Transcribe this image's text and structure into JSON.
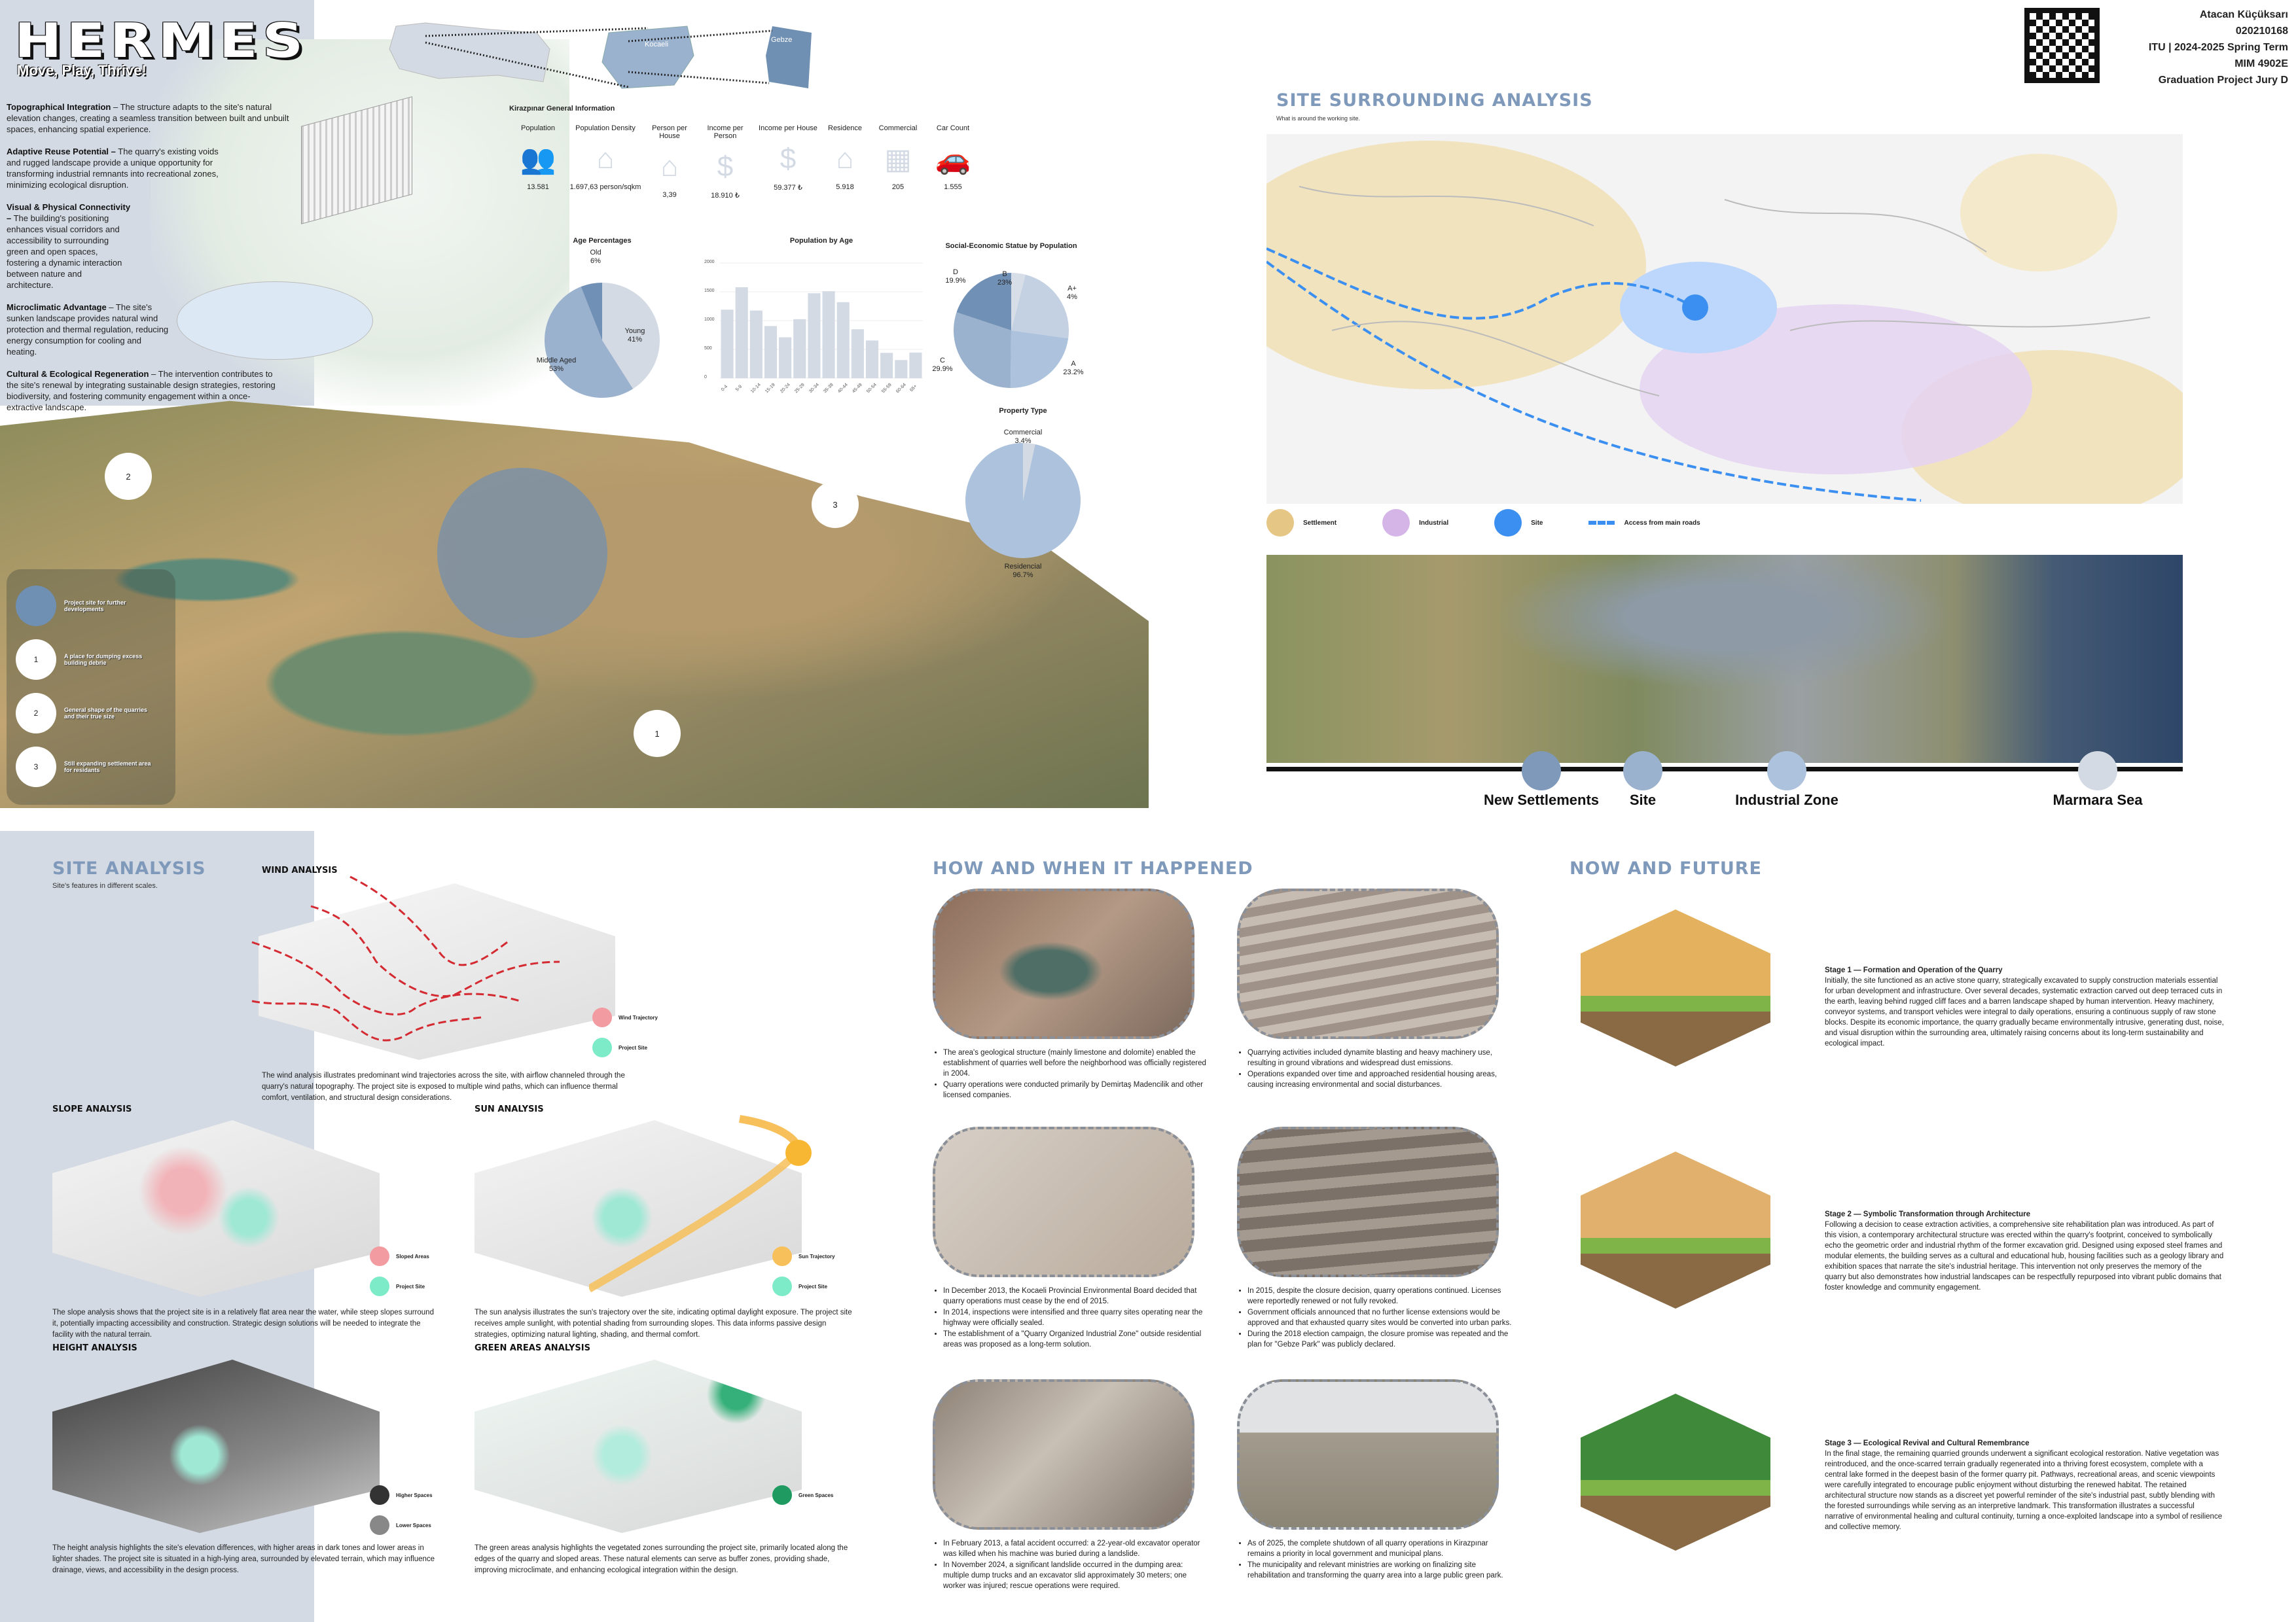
{
  "header": {
    "title": "HERMES",
    "tagline": "Move, Play, Thrive!",
    "map_labels": [
      "Kocaeli",
      "Gebze"
    ]
  },
  "author": {
    "name": "Atacan Küçüksarı",
    "id": "020210168",
    "term": "ITU | 2024-2025 Spring Term",
    "course": "MIM 4902E",
    "jury": "Graduation Project Jury D"
  },
  "intro": [
    {
      "title": "Topographical Integration",
      "text": " – The structure adapts to the site's natural elevation changes, creating a seamless transition between built and unbuilt spaces, enhancing spatial experience."
    },
    {
      "title": "Adaptive Reuse Potential –",
      "text": " The quarry's existing voids and rugged landscape provide a unique opportunity for transforming industrial remnants into recreational zones, minimizing ecological disruption."
    },
    {
      "title": "Visual & Physical Connectivity –",
      "text": " The building's positioning enhances visual corridors and accessibility to surrounding green and open spaces, fostering a dynamic interaction between nature and architecture."
    },
    {
      "title": "Microclimatic Advantage",
      "text": " – The site's sunken landscape provides natural wind protection and thermal regulation, reducing energy consumption for cooling and heating."
    },
    {
      "title": "Cultural & Ecological Regeneration",
      "text": " – The intervention contributes to the site's renewal by integrating sustainable design strategies, restoring biodiversity, and fostering community engagement within a once-extractive landscape."
    }
  ],
  "general_info": {
    "title": "Kirazpınar General Information",
    "stats": [
      {
        "label": "Population",
        "value": "13.581",
        "icon": "people-icon"
      },
      {
        "label": "Population Density",
        "value": "1.697,63 person/sqkm",
        "icon": "house-outline-icon"
      },
      {
        "label": "Person per House",
        "value": "3,39",
        "icon": "family-house-icon"
      },
      {
        "label": "Income per Person",
        "value": "18.910 ₺",
        "icon": "money-icon"
      },
      {
        "label": "Income per House",
        "value": "59.377 ₺",
        "icon": "money-icon"
      },
      {
        "label": "Residence",
        "value": "5.918",
        "icon": "home-icon"
      },
      {
        "label": "Commercial",
        "value": "205",
        "icon": "building-icon"
      },
      {
        "label": "Car Count",
        "value": "1.555",
        "icon": "car-icon"
      }
    ]
  },
  "chart_data": [
    {
      "type": "pie",
      "title": "Age Percentages",
      "labels": [
        "Young",
        "Middle Aged",
        "Old"
      ],
      "values": [
        41,
        53,
        6
      ],
      "label_text": [
        "Young\n41%",
        "Middle Aged\n53%",
        "Old\n6%"
      ],
      "colors": [
        "#d3dae4",
        "#9bb2cf",
        "#7190b5"
      ]
    },
    {
      "type": "bar",
      "title": "Population by Age",
      "categories": [
        "0-4",
        "5-9",
        "10-14",
        "15-19",
        "20-24",
        "25-29",
        "30-34",
        "35-39",
        "40-44",
        "45-49",
        "50-54",
        "55-59",
        "60-64",
        "65+"
      ],
      "values": [
        1190,
        1580,
        1175,
        905,
        710,
        1025,
        1475,
        1510,
        1320,
        850,
        655,
        440,
        315,
        445
      ],
      "ylim": [
        0,
        2000
      ],
      "yticks": [
        "0",
        "500",
        "1000",
        "1500",
        "2000"
      ],
      "color": "#d3dae4",
      "grid": true
    },
    {
      "type": "pie",
      "title": "Social-Economic Statue by Population",
      "labels": [
        "A+",
        "A",
        "B",
        "C",
        "D"
      ],
      "values": [
        4,
        23.2,
        23,
        29.9,
        19.9
      ],
      "label_text": [
        "A+\n4%",
        "A\n23.2%",
        "B\n23%",
        "C\n29.9%",
        "D\n19.9%"
      ],
      "colors": [
        "#d8dee7",
        "#c4d1e2",
        "#adc2dc",
        "#9bb2cf",
        "#7190b5"
      ]
    },
    {
      "type": "pie",
      "title": "Property Type",
      "labels": [
        "Commercial",
        "Residencial"
      ],
      "values": [
        3.4,
        96.7
      ],
      "label_text": [
        "Commercial\n3.4%",
        "Residencial\n96.7%"
      ],
      "colors": [
        "#d3dae4",
        "#adc2dc"
      ]
    }
  ],
  "aerial": {
    "markers": [
      "1",
      "2",
      "3"
    ],
    "legend": [
      {
        "marker": "",
        "text": "Project site for further developments"
      },
      {
        "marker": "1",
        "text": "A place for dumping excess building debrie"
      },
      {
        "marker": "2",
        "text": "General shape of the quarries and their true size"
      },
      {
        "marker": "3",
        "text": "Still expanding settlement area for residants"
      }
    ]
  },
  "surrounding": {
    "title": "SITE SURROUNDING ANALYSIS",
    "subtitle": "What is around the working site.",
    "legend": [
      {
        "label": "Settlement",
        "color": "#e6c684"
      },
      {
        "label": "Industrial",
        "color": "#d5b5e8"
      },
      {
        "label": "Site",
        "color": "#3b8ff0"
      },
      {
        "label": "Access from main roads",
        "color": "#3b8ff0"
      }
    ],
    "timeline": [
      "New Settlements",
      "Site",
      "Industrial Zone",
      "Marmara Sea"
    ]
  },
  "site_analysis": {
    "title": "SITE ANALYSIS",
    "subtitle": "Site's features in different scales.",
    "wind": {
      "title": "WIND ANALYSIS",
      "legend": [
        "Wind Trajectory",
        "Project Site"
      ],
      "text": "The wind analysis illustrates predominant wind trajectories across the site, with airflow channeled through the quarry's natural topography. The project site is exposed to multiple wind paths, which can influence thermal comfort, ventilation, and structural design considerations."
    },
    "slope": {
      "title": "SLOPE ANALYSIS",
      "legend": [
        "Sloped Areas",
        "Project Site"
      ],
      "text": "The slope analysis shows that the project site is in a relatively flat area near the water, while steep slopes surround it, potentially impacting accessibility and construction. Strategic design solutions will be needed to integrate the facility with the natural terrain."
    },
    "sun": {
      "title": "SUN ANALYSIS",
      "legend": [
        "Sun Trajectory",
        "Project Site"
      ],
      "text": "The sun analysis illustrates the sun's trajectory over the site, indicating optimal daylight exposure. The project site receives ample sunlight, with potential shading from surrounding slopes. This data informs passive design strategies, optimizing natural lighting, shading, and thermal comfort."
    },
    "height": {
      "title": "HEIGHT ANALYSIS",
      "legend": [
        "Higher Spaces",
        "Lower Spaces"
      ],
      "text": "The height analysis highlights the site's elevation differences, with higher areas in dark tones and lower areas in lighter shades. The project site is situated in a high-lying area, surrounded by elevated terrain, which may influence drainage, views, and accessibility in the design process."
    },
    "green": {
      "title": "GREEN AREAS ANALYSIS",
      "legend": [
        "Green Spaces"
      ],
      "text": "The green areas analysis highlights the vegetated zones surrounding the project site, primarily located along the edges of the quarry and sloped areas. These natural elements can serve as buffer zones, providing shade, improving microclimate, and enhancing ecological integration within the design."
    }
  },
  "history": {
    "title": "HOW AND WHEN IT HAPPENED",
    "items": [
      [
        "The area's geological structure (mainly limestone and dolomite) enabled the establishment of quarries well before the neighborhood was officially registered in 2004.",
        "Quarry operations were conducted primarily by Demirtaş Madencilik and other licensed companies."
      ],
      [
        "Quarrying activities included dynamite blasting and heavy machinery use, resulting in ground vibrations and widespread dust emissions.",
        "Operations expanded over time and approached residential housing areas, causing increasing environmental and social disturbances."
      ],
      [
        "In December 2013, the Kocaeli Provincial Environmental Board decided that quarry operations must cease by the end of 2015.",
        "In 2014, inspections were intensified and three quarry sites operating near the highway were officially sealed.",
        "The establishment of a \"Quarry Organized Industrial Zone\" outside residential areas was proposed as a long-term solution."
      ],
      [
        "In 2015, despite the closure decision, quarry operations continued. Licenses were reportedly renewed or not fully revoked.",
        "Government officials announced that no further license extensions would be approved and that exhausted quarry sites would be converted into urban parks.",
        "During the 2018 election campaign, the closure promise was repeated and the plan for \"Gebze Park\" was publicly declared."
      ],
      [
        "In February 2013, a fatal accident occurred: a 22-year-old excavator operator was killed when his machine was buried during a landslide.",
        "In November 2024, a significant landslide occurred in the dumping area: multiple dump trucks and an excavator slid approximately 30 meters; one worker was injured; rescue operations were required."
      ],
      [
        "As of 2025, the complete shutdown of all quarry operations in Kirazpınar remains a priority in local government and municipal plans.",
        "The municipality and relevant ministries are working on finalizing site rehabilitation and transforming the quarry area into a large public green park."
      ]
    ]
  },
  "future": {
    "title": "NOW AND FUTURE",
    "stages": [
      {
        "title": "Stage 1 — Formation and Operation of the Quarry",
        "text": "Initially, the site functioned as an active stone quarry, strategically excavated to supply construction materials essential for urban development and infrastructure. Over several decades, systematic extraction carved out deep terraced cuts in the earth, leaving behind rugged cliff faces and a barren landscape shaped by human intervention. Heavy machinery, conveyor systems, and transport vehicles were integral to daily operations, ensuring a continuous supply of raw stone blocks. Despite its economic importance, the quarry gradually became environmentally intrusive, generating dust, noise, and visual disruption within the surrounding area, ultimately raising concerns about its long-term sustainability and ecological impact."
      },
      {
        "title": "Stage 2 — Symbolic Transformation through Architecture",
        "text": "Following a decision to cease extraction activities, a comprehensive site rehabilitation plan was introduced. As part of this vision, a contemporary architectural structure was erected within the quarry's footprint, conceived to symbolically echo the geometric order and industrial rhythm of the former excavation grid. Designed using exposed steel frames and modular elements, the building serves as a cultural and educational hub, housing facilities such as a geology library and exhibition spaces that narrate the site's industrial heritage. This intervention not only preserves the memory of the quarry but also demonstrates how industrial landscapes can be respectfully repurposed into vibrant public domains that foster knowledge and community engagement."
      },
      {
        "title": "Stage 3 — Ecological Revival and Cultural Remembrance",
        "text": "In the final stage, the remaining quarried grounds underwent a significant ecological restoration. Native vegetation was reintroduced, and the once-scarred terrain gradually regenerated into a thriving forest ecosystem, complete with a central lake formed in the deepest basin of the former quarry pit. Pathways, recreational areas, and scenic viewpoints were carefully integrated to encourage public enjoyment without disturbing the renewed habitat. The retained architectural structure now stands as a discreet yet powerful reminder of the site's industrial past, subtly blending with the forested surroundings while serving as an interpretive landmark. This transformation illustrates a successful narrative of environmental healing and cultural continuity, turning a once-exploited landscape into a symbol of resilience and collective memory."
      }
    ]
  }
}
